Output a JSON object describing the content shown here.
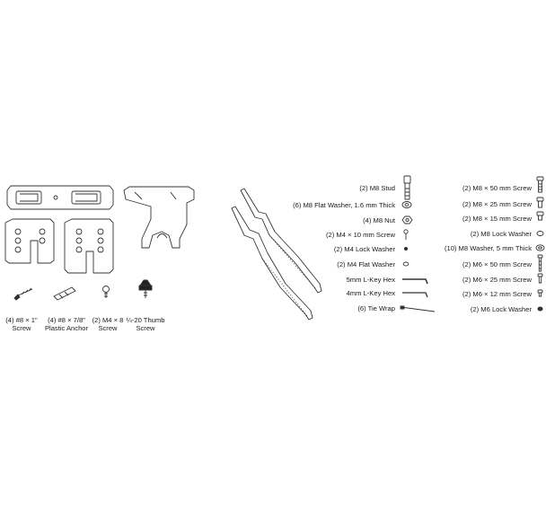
{
  "bottom_left_parts": [
    {
      "line1": "(4) #8 × 1\"",
      "line2": "Screw"
    },
    {
      "line1": "(4) #8 × 7/8\"",
      "line2": "Plastic Anchor"
    },
    {
      "line1": "(2) M4 × 8",
      "line2": "Screw"
    },
    {
      "line1": "¼-20 Thumb",
      "line2": "Screw"
    }
  ],
  "middle_parts": [
    "(2) M8 Stud",
    "(6) M8 Flat Washer, 1.6 mm Thick",
    "(4) M8 Nut",
    "(2) M4 × 10 mm Screw",
    "(2) M4 Lock Washer",
    "(2) M4 Flat Washer",
    "5mm L-Key Hex",
    "4mm L-Key Hex",
    "(6) Tie Wrap"
  ],
  "right_parts": [
    "(2) M8 × 50 mm  Screw",
    "(2) M8 × 25 mm Screw",
    "(2) M8 × 15 mm Screw",
    "(2) M8 Lock Washer",
    "(10) M8 Washer, 5 mm Thick",
    "(2) M6 × 50 mm Screw",
    "(2) M6 × 25 mm Screw",
    "(2) M6 × 12 mm Screw",
    "(2) M6 Lock Washer"
  ]
}
